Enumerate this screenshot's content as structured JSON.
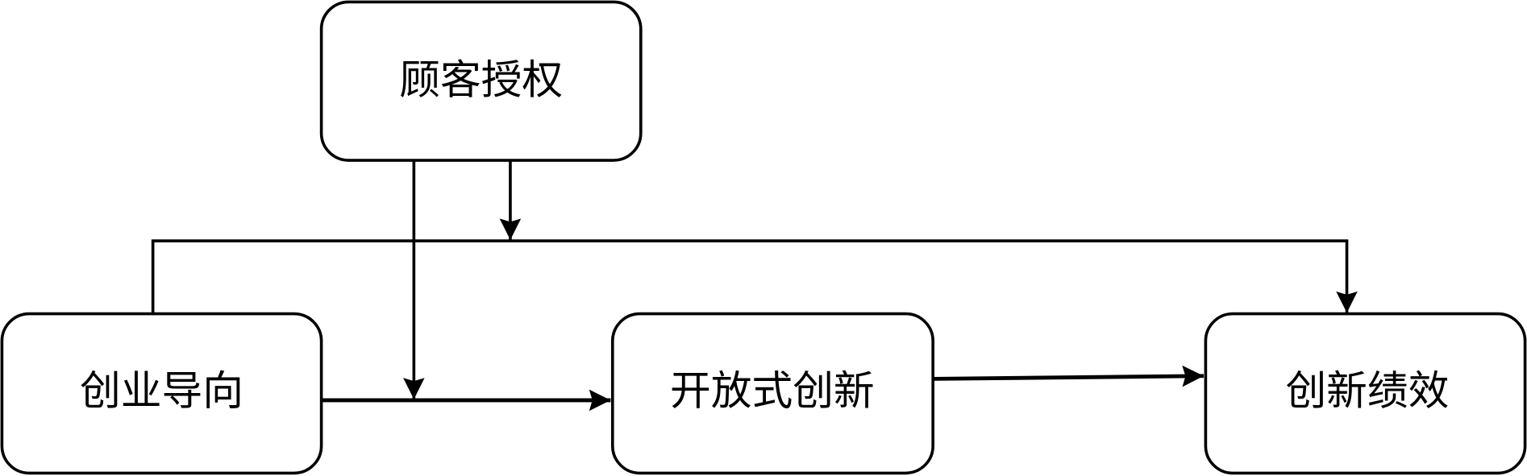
{
  "nodes": {
    "customer_empowerment": "顾客授权",
    "entrepreneurial_orientation": "创业导向",
    "open_innovation": "开放式创新",
    "innovation_performance": "创新绩效"
  },
  "edges": [
    {
      "from": "entrepreneurial_orientation",
      "to": "open_innovation"
    },
    {
      "from": "open_innovation",
      "to": "innovation_performance"
    },
    {
      "from": "entrepreneurial_orientation",
      "to": "innovation_performance"
    },
    {
      "from": "customer_empowerment",
      "to": "edge:entrepreneurial_orientation->open_innovation",
      "type": "moderation"
    },
    {
      "from": "customer_empowerment",
      "to": "edge:entrepreneurial_orientation->innovation_performance",
      "type": "moderation"
    }
  ],
  "colors": {
    "stroke": "#000000",
    "fill": "#ffffff"
  }
}
